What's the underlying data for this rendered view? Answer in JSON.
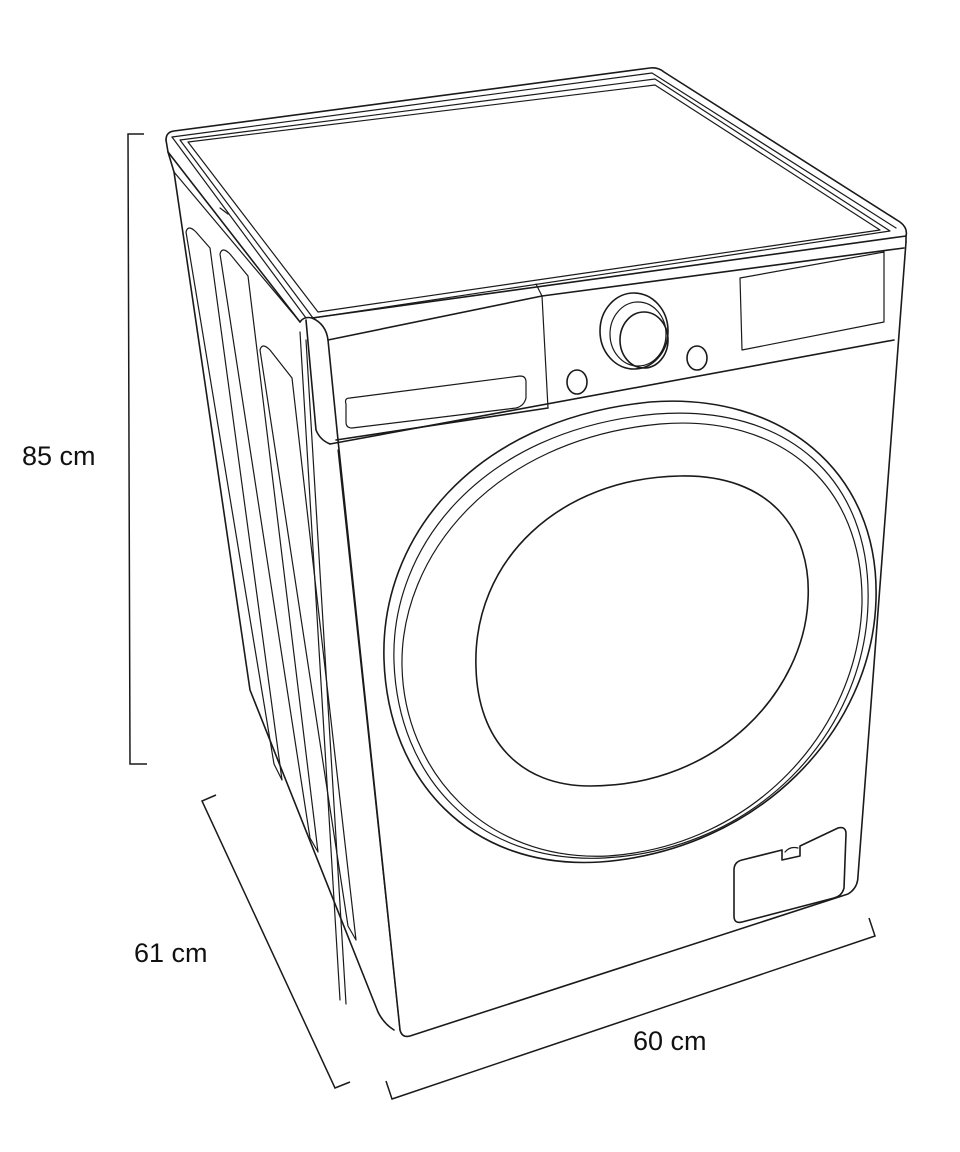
{
  "diagram": {
    "subject": "Front-load washing machine line drawing with dimensions",
    "line_color": "#1a1a1a",
    "background": "#ffffff"
  },
  "dimensions": {
    "height": {
      "label": "85 cm",
      "value": 85,
      "unit": "cm",
      "axis": "vertical"
    },
    "depth": {
      "label": "61 cm",
      "value": 61,
      "unit": "cm",
      "axis": "side-diagonal"
    },
    "width": {
      "label": "60 cm",
      "value": 60,
      "unit": "cm",
      "axis": "front-diagonal"
    }
  },
  "parts": {
    "top_panel": "top-lid",
    "detergent_drawer": "detergent-drawer",
    "program_knob": "program-knob",
    "buttons": [
      "left-button",
      "right-button"
    ],
    "display": "display-panel",
    "door": "porthole-door",
    "service_hatch": "filter-hatch"
  }
}
